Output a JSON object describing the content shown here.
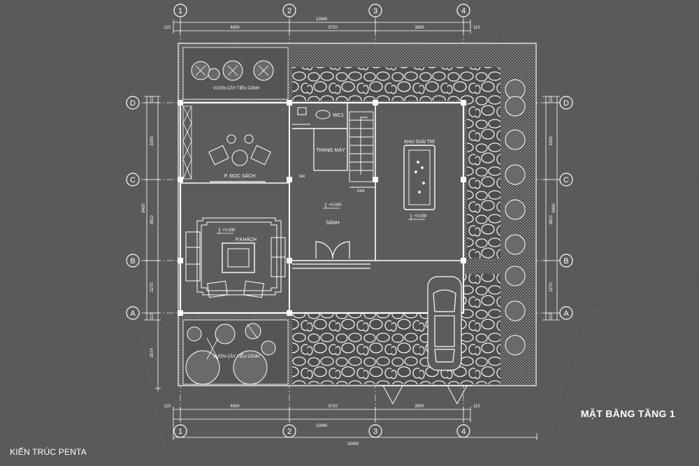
{
  "title": "MẶT BẰNG TẦNG 1",
  "brand": "KIẾN TRÚC PENTA",
  "grid_columns": [
    "1",
    "2",
    "3",
    "4"
  ],
  "grid_rows": [
    "D",
    "C",
    "B",
    "A"
  ],
  "dims_horizontal": {
    "segments": [
      "4800",
      "3720",
      "3900"
    ],
    "total": "12640",
    "overall": "15450",
    "edge": "110"
  },
  "dims_vertical": {
    "segments": [
      "3300",
      "3610",
      "2270"
    ],
    "total": "9400",
    "edge": "110",
    "extra": "3074"
  },
  "rooms": {
    "reading": "P. ĐỌC SÁCH",
    "living": "P.KHÁCH",
    "hall": "SẢNH",
    "entertainment": "KHU GIẢI TRÍ",
    "elevator": "THANG MÁY",
    "wc": "WC1",
    "garden_top": "VƯỜN CÂY TIỂU CẢNH",
    "garden_bottom": "VƯỜN CÂY TIỂU CẢNH"
  },
  "levels": {
    "living": "+0.000",
    "hall": "+0.000",
    "entertainment": "+0.000"
  },
  "small_dims": {
    "hall_left": "940",
    "stair": "1000"
  },
  "colors": {
    "background": "#5a5a5a",
    "lines": "#ffffff"
  }
}
